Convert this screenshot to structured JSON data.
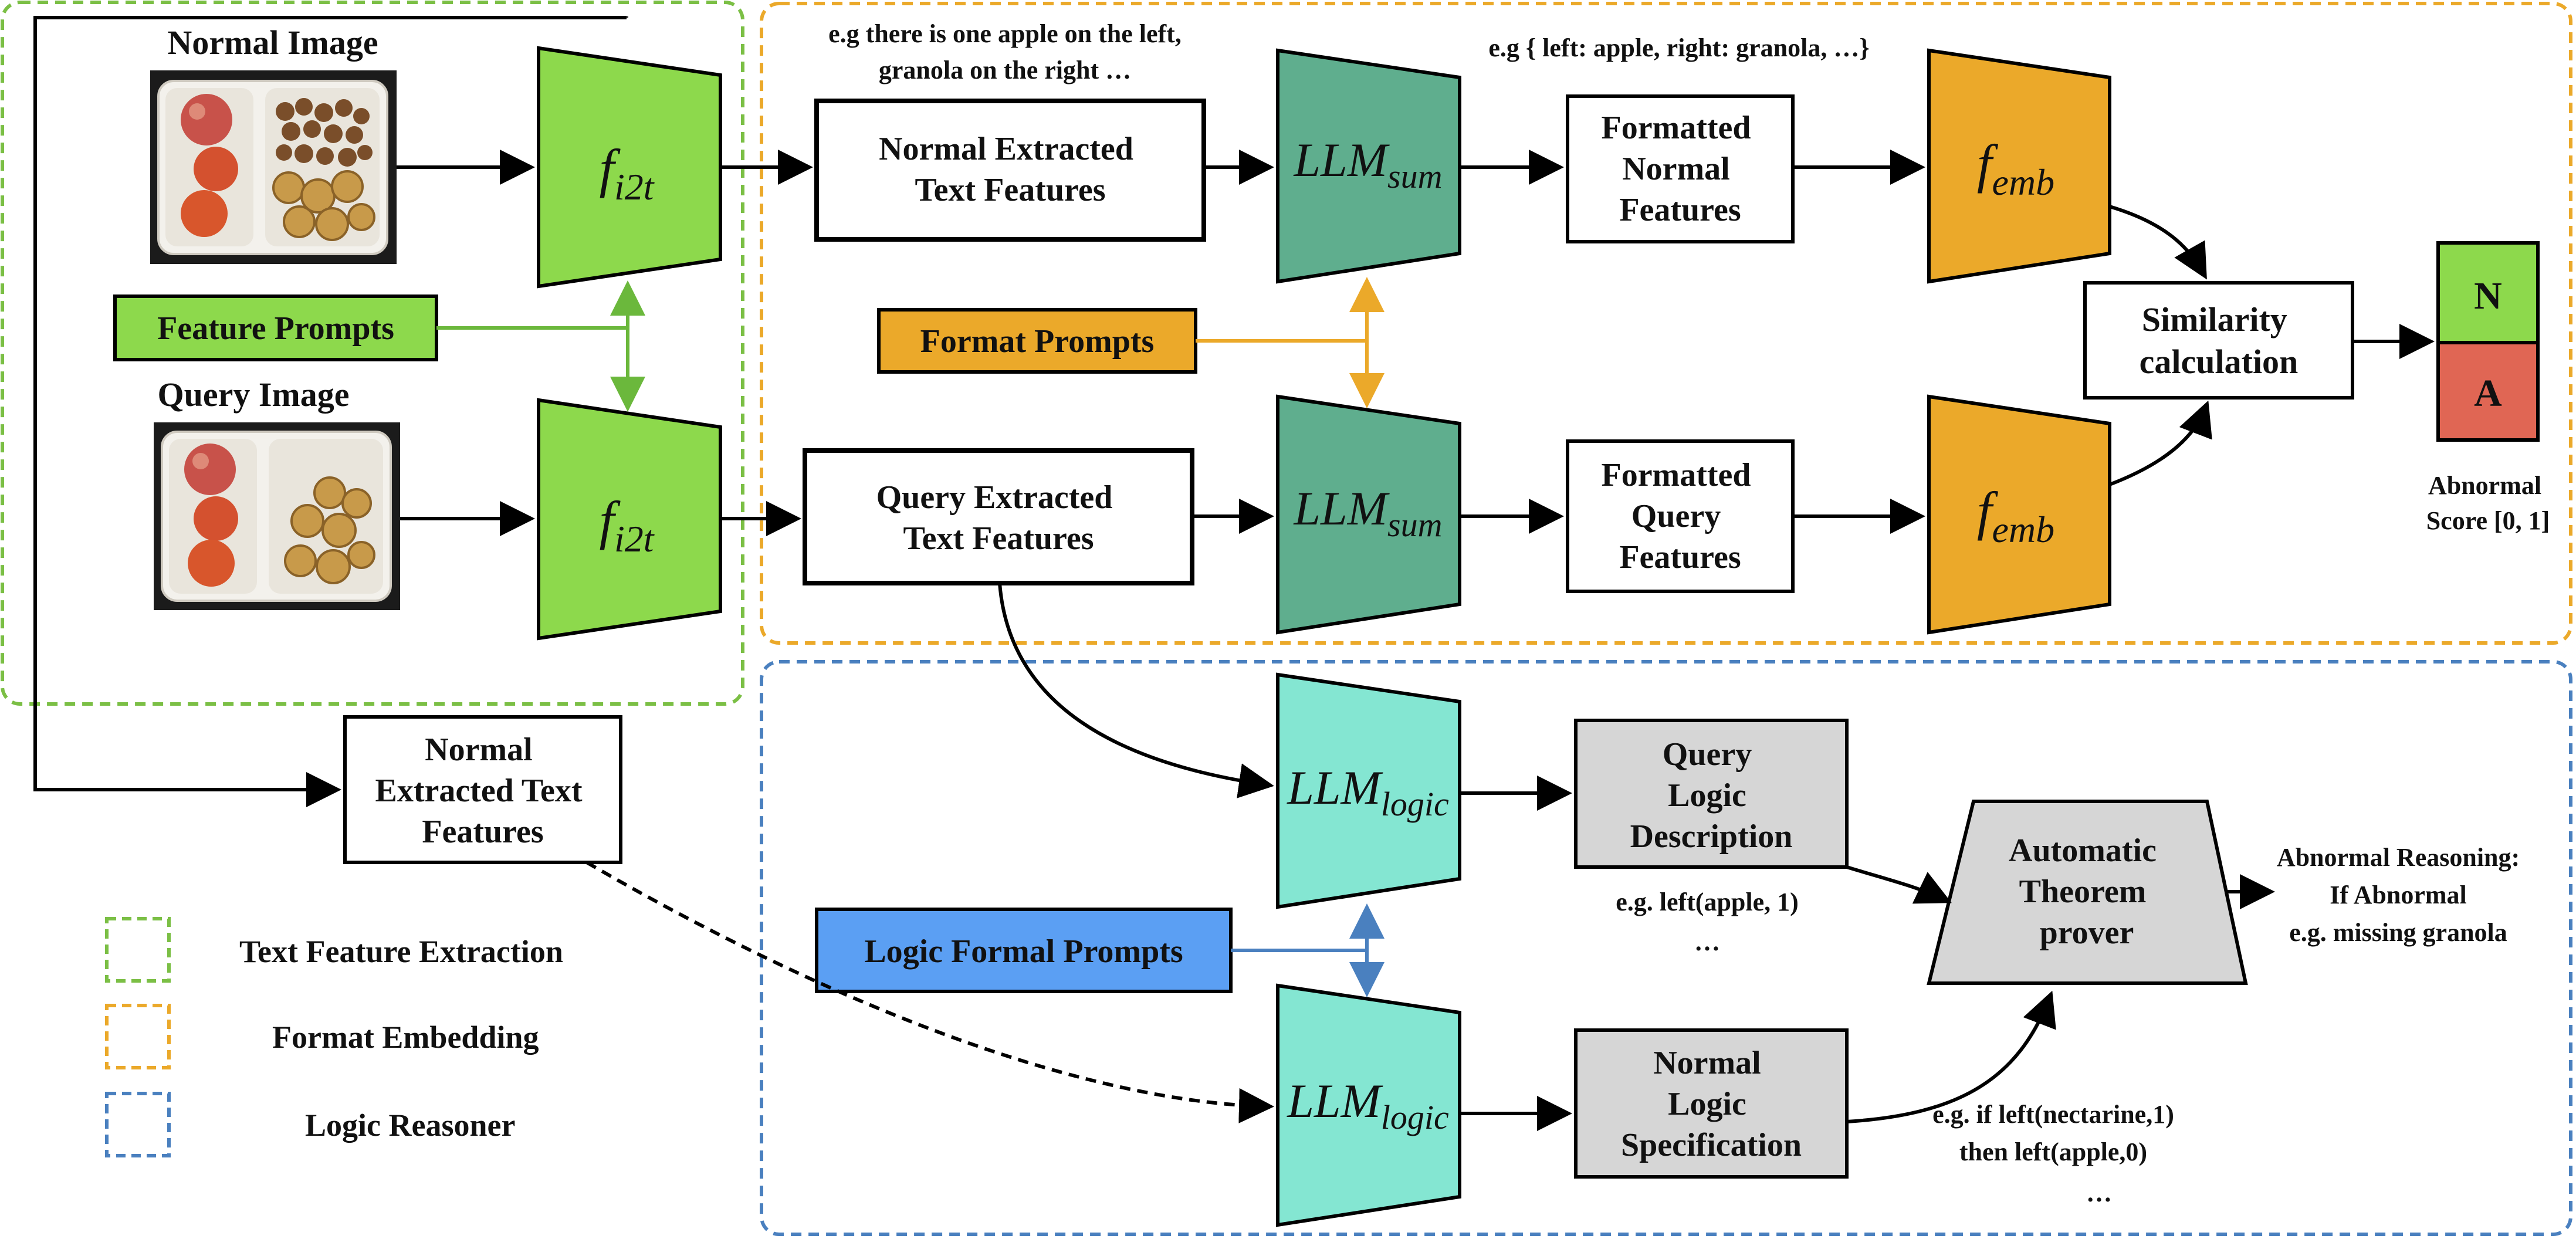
{
  "colors": {
    "green": "#8dd94c",
    "green_border": "#5aa82a",
    "orange": "#eba92a",
    "dark_teal": "#5fae8e",
    "light_teal": "#84e6d2",
    "blue": "#5b9ff3",
    "gray": "#d6d6d6",
    "normal_green": "#8dd94c",
    "abnormal_red": "#e06654",
    "region_green": "#7bbf45",
    "region_orange": "#eba92a",
    "region_blue": "#4a80bf",
    "arrow_green": "#6bb83c",
    "arrow_orange": "#eba92a",
    "arrow_blue": "#4a80bf"
  },
  "images": {
    "normal_title": "Normal Image",
    "query_title": "Query Image"
  },
  "prompts": {
    "feature": "Feature Prompts",
    "format": "Format Prompts",
    "logic": "Logic Formal Prompts"
  },
  "modules": {
    "i2t_base": "f",
    "i2t_sub": "i2t",
    "llm_base": "LLM",
    "sum_sub": "sum",
    "logic_sub": "logic",
    "emb_base": "f",
    "emb_sub": "emb"
  },
  "boxes": {
    "normal_extracted": [
      "Normal Extracted",
      "Text Features"
    ],
    "query_extracted": [
      "Query Extracted",
      "Text Features"
    ],
    "formatted_normal": [
      "Formatted",
      "Normal",
      "Features"
    ],
    "formatted_query": [
      "Formatted",
      "Query",
      "Features"
    ],
    "similarity": [
      "Similarity",
      "calculation"
    ],
    "normal_extracted_side": [
      "Normal",
      "Extracted Text",
      "Features"
    ],
    "query_logic": [
      "Query",
      "Logic",
      "Description"
    ],
    "normal_logic": [
      "Normal",
      "Logic",
      "Specification"
    ],
    "prover": [
      "Automatic",
      "Theorem",
      "prover"
    ]
  },
  "output": {
    "normal_letter": "N",
    "abnormal_letter": "A",
    "score_label": [
      "Abnormal",
      "Score [0, 1]"
    ]
  },
  "annotations": {
    "example_top_1": "e.g there is one apple on the left,",
    "example_top_2": "granola on the right …",
    "example_format": "e.g { left: apple, right: granola, …}",
    "example_query_logic_1": "e.g. left(apple, 1)",
    "example_query_logic_2": "…",
    "example_normal_logic_1": "e.g. if left(nectarine,1)",
    "example_normal_logic_2": "then left(apple,0)",
    "example_normal_logic_3": "…",
    "reasoning_1": "Abnormal Reasoning:",
    "reasoning_2": "If Abnormal",
    "reasoning_3": "e.g. missing granola"
  },
  "legend": {
    "text_feature_extraction": "Text Feature Extraction",
    "format_embedding": "Format Embedding",
    "logic_reasoner": "Logic Reasoner"
  }
}
